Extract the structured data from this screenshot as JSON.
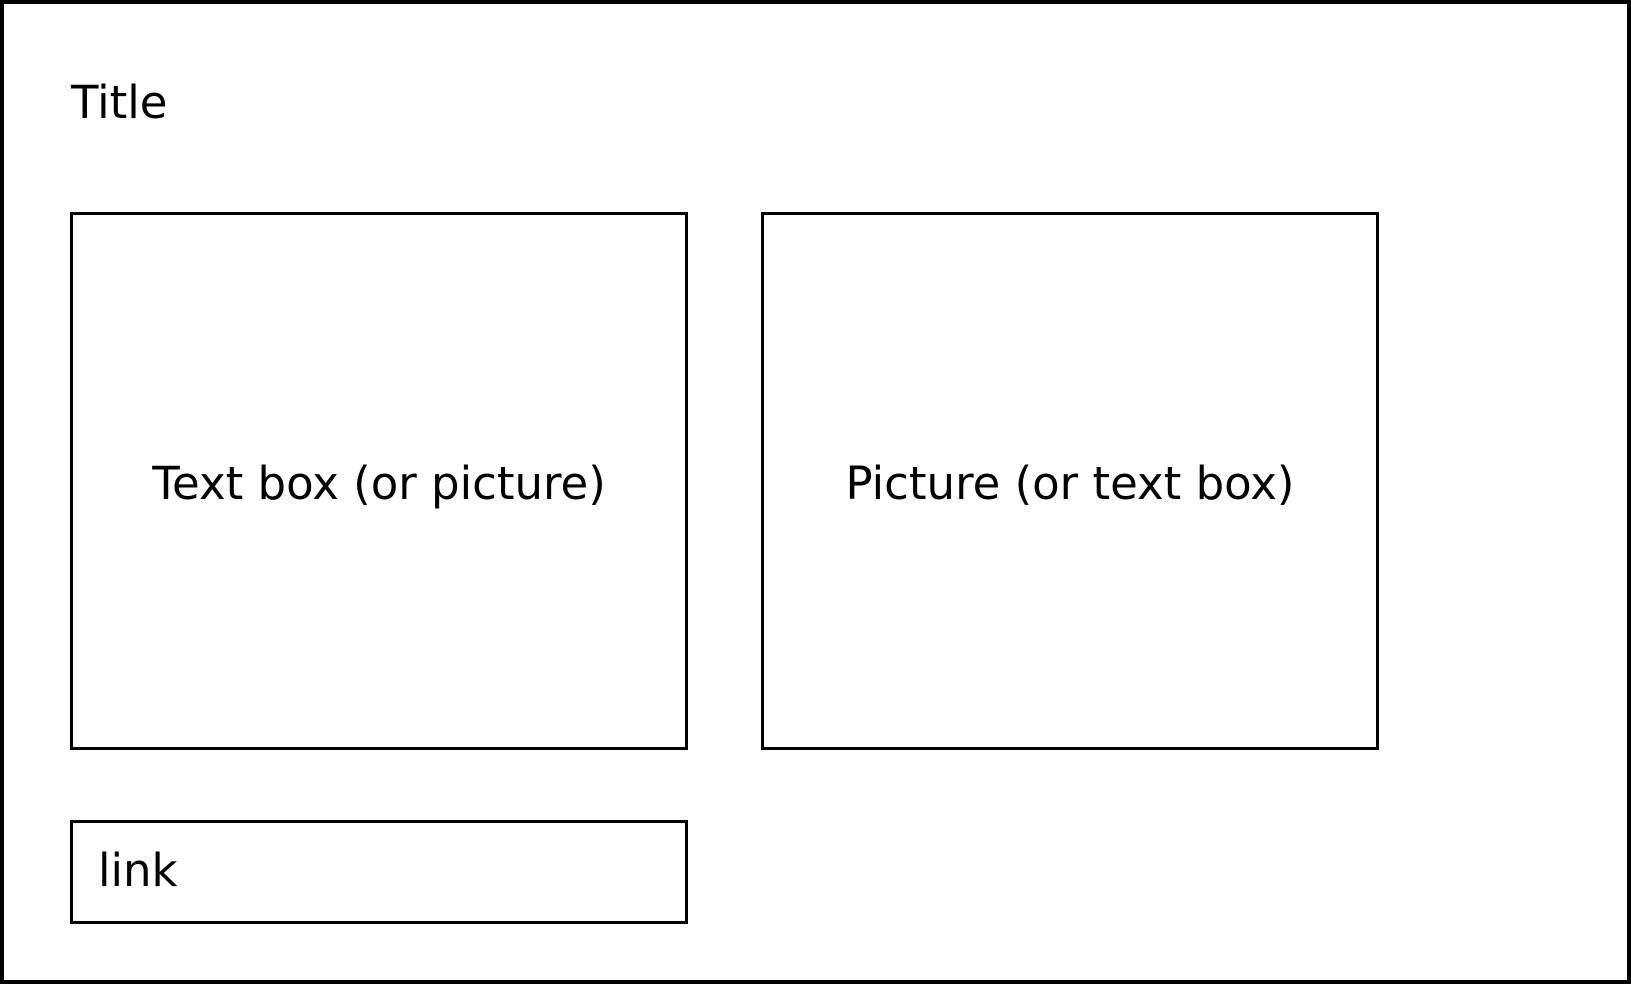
{
  "page": {
    "title": "Title"
  },
  "content": {
    "left_box_label": "Text box (or picture)",
    "right_box_label": "Picture (or text box)"
  },
  "footer": {
    "link_label": "link"
  },
  "colors": {
    "stroke": "#000000",
    "background": "#ffffff"
  }
}
